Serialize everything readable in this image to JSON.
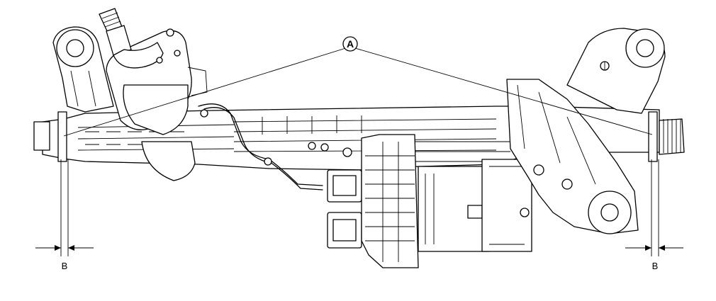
{
  "diagram": {
    "callout_label": "A",
    "dimension_label_left": "B",
    "dimension_label_right": "B",
    "colors": {
      "line": "#000000",
      "background": "#ffffff"
    }
  }
}
